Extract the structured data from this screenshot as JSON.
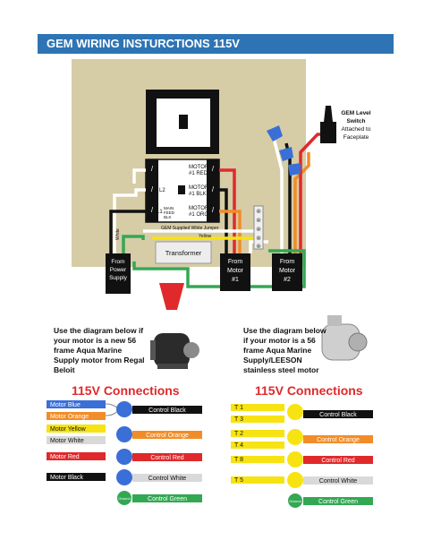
{
  "header": {
    "title": "GEM WIRING INSTURCTIONS 115V"
  },
  "diagram": {
    "motor1_red": [
      "MOTOR",
      "#1 RED"
    ],
    "motor1_blk": [
      "MOTOR",
      "#1 BLK"
    ],
    "motor1_org": [
      "MOTOR",
      "#1 ORG"
    ],
    "l2": "L2",
    "l1": "L1",
    "main_feed": [
      "MAIN",
      "FEED",
      "BLK"
    ],
    "gem_jumper": "GEM Supplied White Jumper",
    "yellow": "Yellow",
    "white": "White",
    "transformer": "Transformer",
    "from_power_supply": [
      "From",
      "Power",
      "Supply"
    ],
    "from_motor1": [
      "From",
      "Motor",
      "#1"
    ],
    "from_motor2": [
      "From",
      "Motor",
      "#2"
    ],
    "level_switch": [
      "GEM Level",
      "Switch",
      "Attached to",
      "Faceplate"
    ]
  },
  "left_panel": {
    "note": [
      "Use the diagram below if",
      "your motor is a new 56",
      "frame Aqua Marine",
      "Supply motor from Regal",
      "Beloit"
    ],
    "title": "115V Connections",
    "wires": [
      "Motor Blue",
      "Motor Orange",
      "Motor Yellow",
      "Motor White",
      "Motor Red",
      "Motor Black"
    ],
    "controls": [
      "Control Black",
      "Control Orange",
      "Control Red",
      "Control White",
      "Control Green"
    ],
    "ground": "Ground"
  },
  "right_panel": {
    "note": [
      "Use the diagram below",
      "if your motor is a 56",
      "frame Aqua Marine",
      "Supply/LEESON",
      "stainless steel motor"
    ],
    "title": "115V Connections",
    "wires": [
      "T 1",
      "T 3",
      "T 2",
      "T 4",
      "T 8",
      "T 5"
    ],
    "controls": [
      "Control Black",
      "Control Orange",
      "Control Red",
      "Control White",
      "Control Green"
    ],
    "ground": "Ground"
  },
  "colors": {
    "header": "#2e74b5",
    "panel": "#d6cca6",
    "red": "#e0292b",
    "black": "#111111",
    "orange": "#f28c28",
    "yellow": "#f7e312",
    "blue": "#3a6fd8",
    "green": "#33a853",
    "white_wire": "#d9d9d9"
  }
}
